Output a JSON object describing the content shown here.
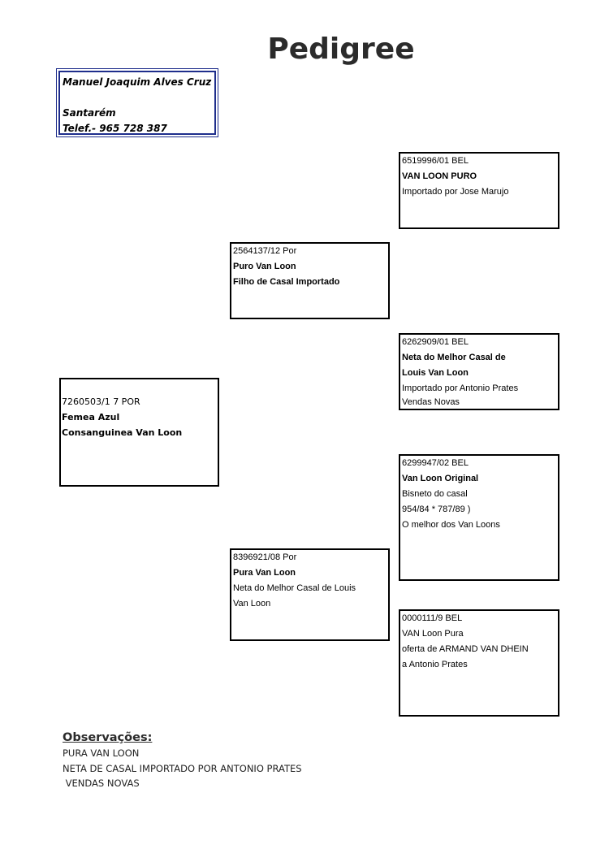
{
  "title": "Pedigree",
  "owner": {
    "name": "Manuel Joaquim Alves Cruz",
    "blank": "",
    "city": "Santarém",
    "phone": "Telef.- 965 728 387"
  },
  "subject": {
    "ring": "7260503/1 7 POR",
    "line1": "Femea  Azul",
    "line2": "Consanguinea Van Loon"
  },
  "sire": {
    "ring": "2564137/12 Por",
    "line1": "Puro Van Loon",
    "line2": "Filho de Casal Importado"
  },
  "dam": {
    "ring": "8396921/08  Por",
    "line1": "Pura Van Loon",
    "line2": "Neta do Melhor Casal de Louis",
    "line3": "Van Loon"
  },
  "sire_sire": {
    "ring": "6519996/01 BEL",
    "line1": "VAN LOON PURO",
    "line2": "Importado por Jose Marujo"
  },
  "sire_dam": {
    "ring": "6262909/01 BEL",
    "line1": "Neta do Melhor Casal de",
    "line2": "Louis Van Loon",
    "line3": "Importado por Antonio Prates",
    "line4": "Vendas Novas"
  },
  "dam_sire": {
    "ring": "6299947/02 BEL",
    "line1": "Van Loon Original",
    "line2": "Bisneto do casal",
    "line3": "954/84 * 787/89 )",
    "line4": "O melhor dos Van Loons"
  },
  "dam_dam": {
    "ring": "0000111/9  BEL",
    "line1": "VAN Loon  Pura",
    "line2": "oferta de ARMAND VAN DHEIN",
    "line3": "a Antonio Prates"
  },
  "observations": {
    "heading": "Observações:",
    "lines": [
      "PURA  VAN LOON",
      "NETA DE CASAL IMPORTADO POR ANTONIO PRATES",
      " VENDAS NOVAS"
    ]
  }
}
